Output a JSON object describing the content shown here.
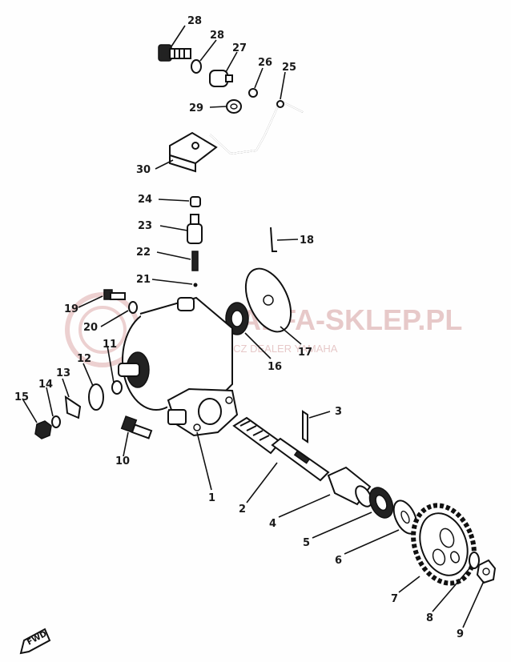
{
  "watermark": {
    "title": "ALFA-SKLEP.PL",
    "subtitle": "ZMICHOWICZ DEALER YAMAHA",
    "color": "#e7c9c9"
  },
  "fwd_label": "FWD",
  "callouts": [
    "1",
    "2",
    "3",
    "4",
    "5",
    "6",
    "7",
    "8",
    "9",
    "10",
    "11",
    "12",
    "13",
    "14",
    "15",
    "16",
    "17",
    "18",
    "19",
    "20",
    "21",
    "22",
    "23",
    "24",
    "25",
    "26",
    "27",
    "28",
    "28",
    "29",
    "30"
  ]
}
